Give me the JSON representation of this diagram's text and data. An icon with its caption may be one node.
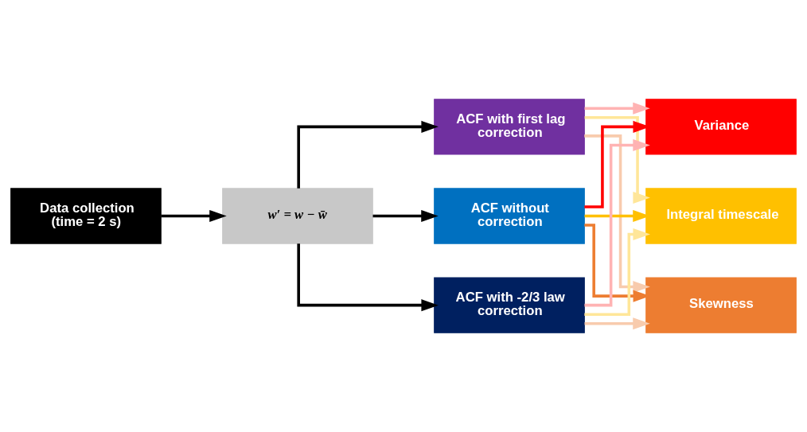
{
  "diagram": {
    "nodes": [
      {
        "text": [
          "Data collection (time = 2 s)"
        ]
      },
      {
        "text": [
          "w′ = w − w̄"
        ]
      },
      {
        "text": [
          "ACF with first lag correction"
        ]
      },
      {
        "text": [
          "ACF without correction"
        ]
      },
      {
        "text": [
          "ACF with -2/3 law correction"
        ]
      },
      {
        "text": [
          "Variance"
        ]
      },
      {
        "text": [
          "Integral timescale"
        ]
      },
      {
        "text": [
          "Skewness"
        ]
      }
    ],
    "edges": [
      {
        "from": 0,
        "to": 1,
        "arrow": "to"
      },
      {
        "from": 1,
        "to": 2,
        "arrow": "to"
      },
      {
        "from": 1,
        "to": 3,
        "arrow": "to"
      },
      {
        "from": 1,
        "to": 4,
        "arrow": "to"
      },
      {
        "from": 3,
        "to": 5,
        "arrow": "to",
        "color": "#ff0000"
      },
      {
        "from": 3,
        "to": 6,
        "arrow": "to",
        "color": "#ffc000"
      },
      {
        "from": 3,
        "to": 7,
        "arrow": "to",
        "color": "#ed7d31"
      },
      {
        "from": 2,
        "to": 5,
        "arrow": "to",
        "color": "#ffb3b3"
      },
      {
        "from": 2,
        "to": 6,
        "arrow": "to",
        "color": "#ffe699"
      },
      {
        "from": 2,
        "to": 7,
        "arrow": "to",
        "color": "#f8cbad"
      },
      {
        "from": 4,
        "to": 5,
        "arrow": "to",
        "color": "#ffb3b3"
      },
      {
        "from": 4,
        "to": 6,
        "arrow": "to",
        "color": "#ffe699"
      },
      {
        "from": 4,
        "to": 7,
        "arrow": "to",
        "color": "#f8cbad"
      }
    ]
  }
}
